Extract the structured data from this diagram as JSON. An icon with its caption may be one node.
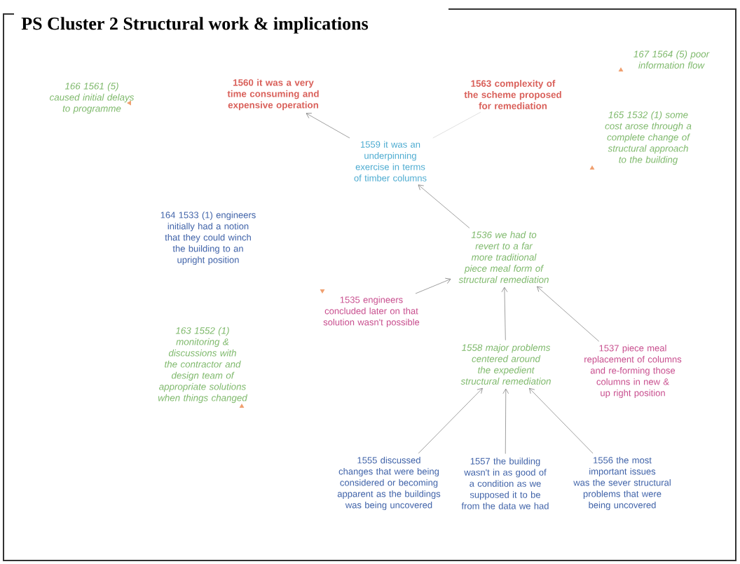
{
  "diagram": {
    "title": "PS Cluster 2 Structural work & implications",
    "nodes": [
      {
        "text": [
          "166 1561 (5) caused initial delays to programme"
        ]
      },
      {
        "text": [
          "1560 it was a very time consuming and expensive operation"
        ]
      },
      {
        "text": [
          "1563 complexity of the scheme proposed for remediation"
        ]
      },
      {
        "text": [
          "167 1564 (5) poor information flow"
        ]
      },
      {
        "text": [
          "165 1532 (1) some cost arose through a complete change of structural approach to the building"
        ]
      },
      {
        "text": [
          "1559 it was an underpinning exercise in terms of timber columns"
        ]
      },
      {
        "text": [
          "164 1533 (1) engineers initially had a notion that they could winch the building to an upright position"
        ]
      },
      {
        "text": [
          "1536 we had to revert to a far more traditional piece meal form of structural remediation"
        ]
      },
      {
        "text": [
          "1535 engineers concluded later on that solution wasn't possible"
        ]
      },
      {
        "text": [
          "163 1552 (1) monitoring & discussions with the contractor and design team of appropriate solutions when things changed"
        ]
      },
      {
        "text": [
          "1558 major problems centered around the expedient structural remediation"
        ]
      },
      {
        "text": [
          "1537 piece meal replacement of columns and re-forming those columns in new & up right position"
        ]
      },
      {
        "text": [
          "1555 discussed changes that were being considered or becoming apparent as the buildings was being uncovered"
        ]
      },
      {
        "text": [
          "1557 the building wasn't in as good of a condition as we supposed it to be from the data we had"
        ]
      },
      {
        "text": [
          "1556 the most important issues was the sever structural problems that were being uncovered"
        ]
      }
    ],
    "edges": [
      {
        "from": 5,
        "to": 1,
        "arrow": "to"
      },
      {
        "from": 5,
        "to": 2,
        "arrow": "none",
        "color": "#d0d0d0"
      },
      {
        "from": 7,
        "to": 5,
        "arrow": "to"
      },
      {
        "from": 8,
        "to": 7,
        "arrow": "to"
      },
      {
        "from": 10,
        "to": 7,
        "arrow": "to"
      },
      {
        "from": 11,
        "to": 7,
        "arrow": "to"
      },
      {
        "from": 12,
        "to": 10,
        "arrow": "to"
      },
      {
        "from": 13,
        "to": 10,
        "arrow": "to"
      },
      {
        "from": 14,
        "to": 10,
        "arrow": "to"
      }
    ]
  }
}
